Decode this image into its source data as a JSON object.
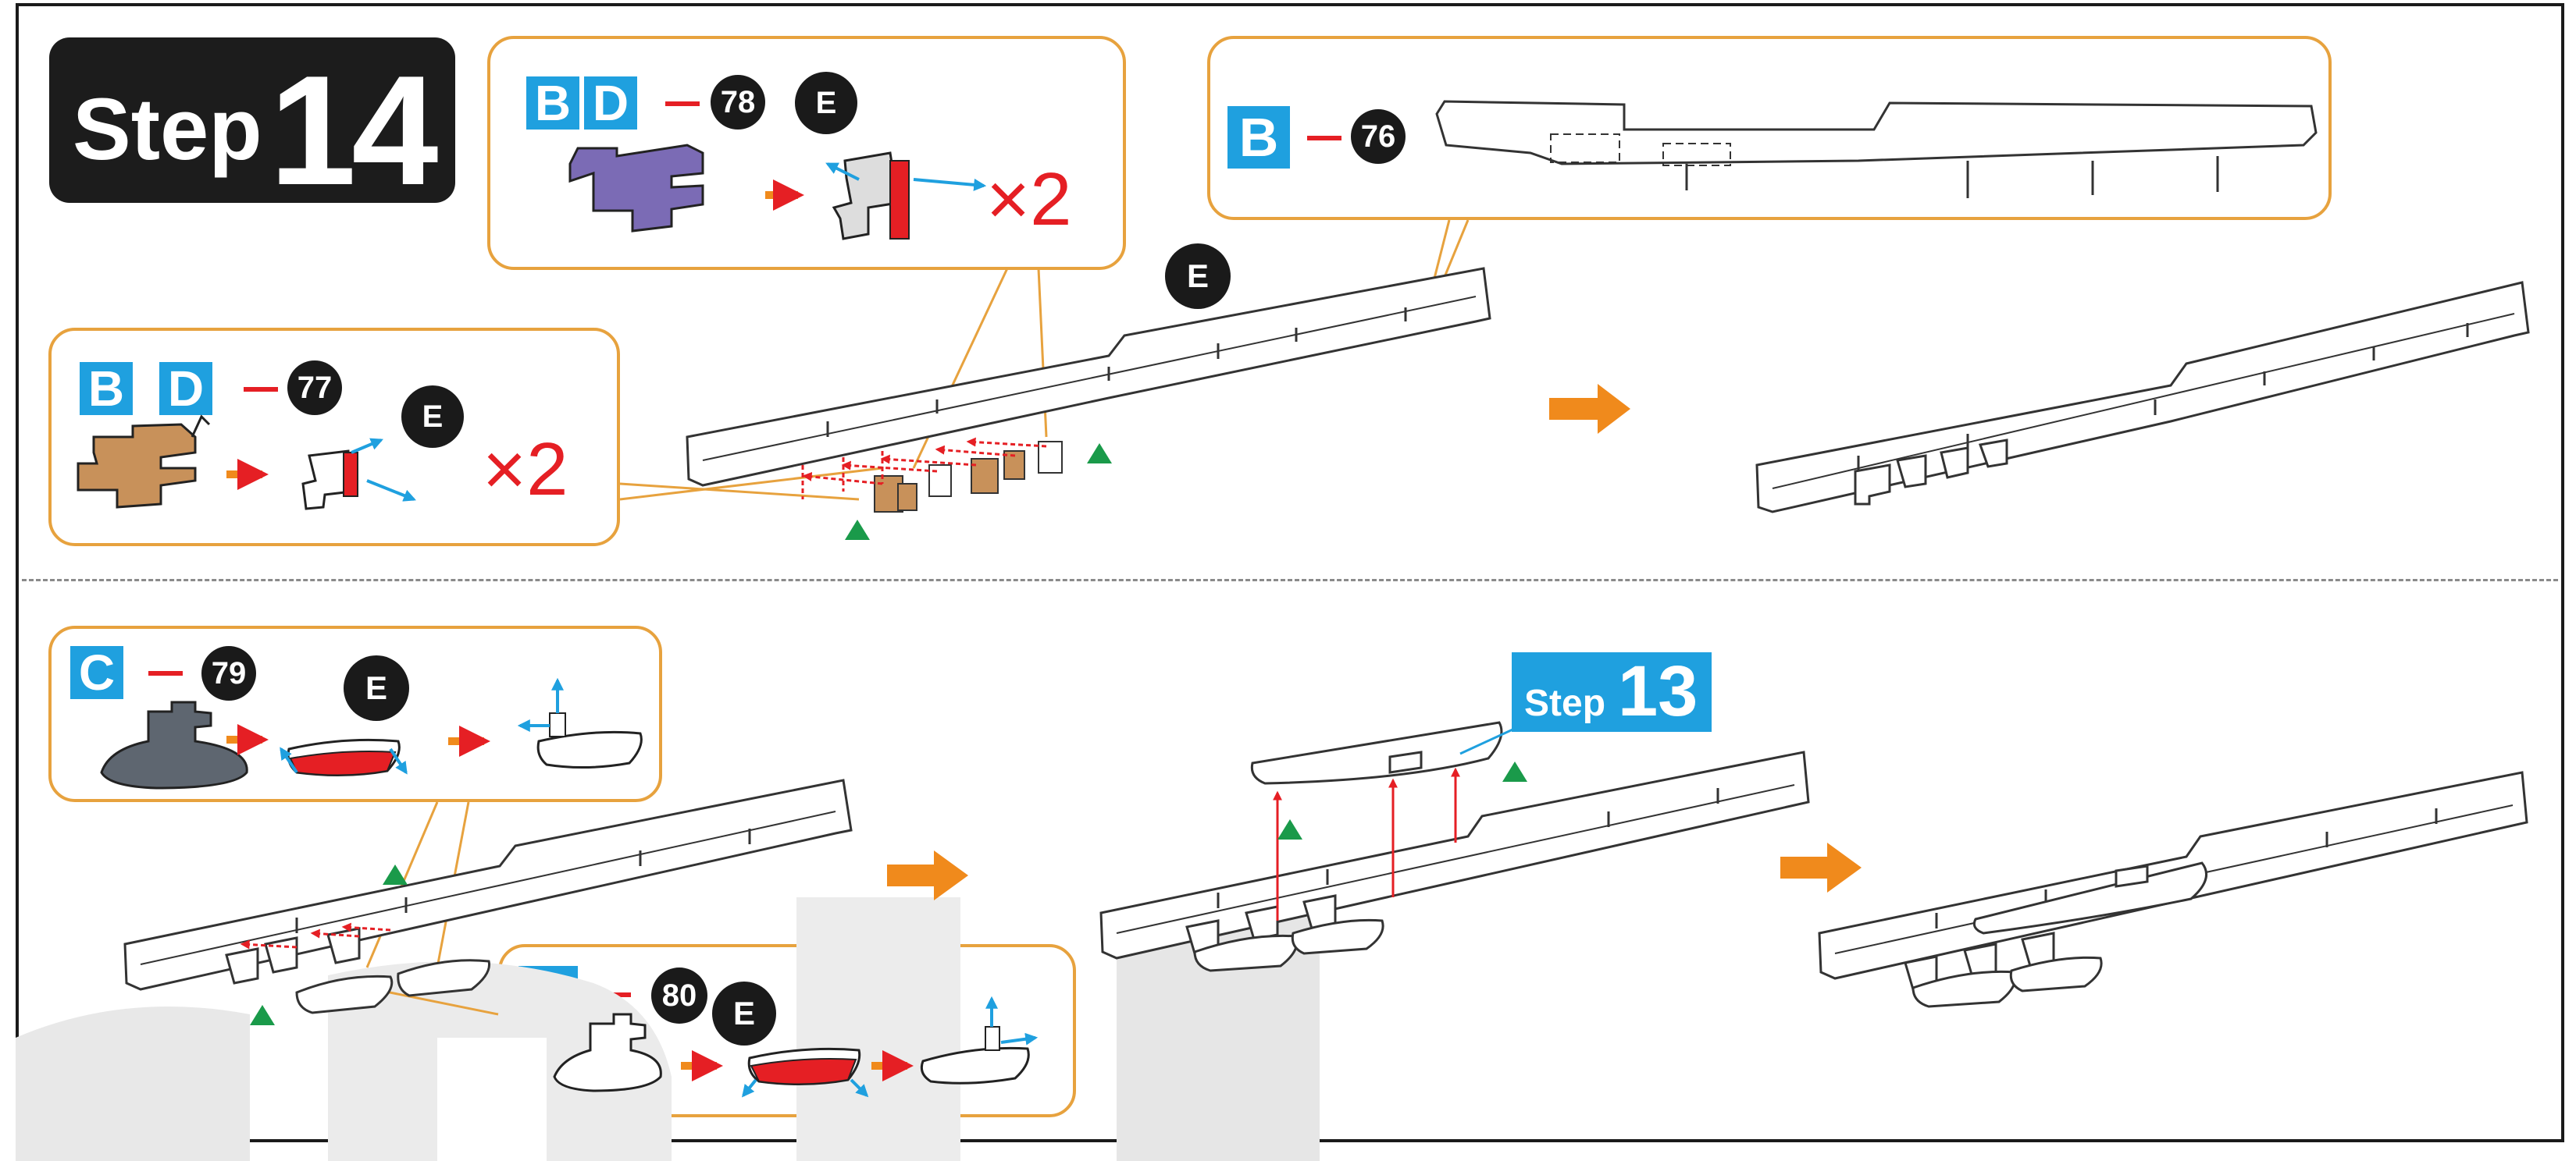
{
  "step": {
    "word": "Step",
    "number": "14"
  },
  "callouts": {
    "c78": {
      "letters": [
        "B",
        "D"
      ],
      "part": "78",
      "glue": "E",
      "multiplier": "×2"
    },
    "c77": {
      "letters": [
        "B",
        "D"
      ],
      "part": "77",
      "glue": "E",
      "multiplier": "×2"
    },
    "c76": {
      "letters": [
        "B"
      ],
      "part": "76"
    },
    "c79": {
      "letters": [
        "C"
      ],
      "part": "79",
      "glue": "E"
    },
    "c80": {
      "letters": [
        "C"
      ],
      "part": "80",
      "glue": "E"
    }
  },
  "deck_glue": "E",
  "ref_step": {
    "word": "Step",
    "number": "13"
  },
  "colors": {
    "callout_border": "#e7a23e",
    "part_letter_bg": "#1fa0df",
    "accent_red": "#e51f24",
    "arrow_orange": "#f08a1c",
    "triangle_green": "#1a9a4a",
    "purple_part": "#7b6bb5",
    "tan_part": "#c8915a",
    "gray_part": "#5e6670"
  },
  "icons": [
    "orange-arrow-icon",
    "green-triangle-icon",
    "glue-marker-icon",
    "direction-arrow-icon"
  ]
}
